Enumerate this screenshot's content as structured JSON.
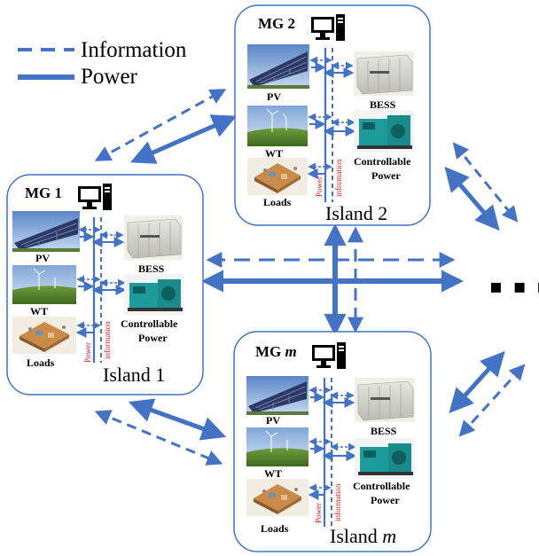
{
  "legend": {
    "information": "Information",
    "power": "Power"
  },
  "colors": {
    "line": "#4472c4",
    "label_red": "#d21e1e",
    "box_border": "#4472c4"
  },
  "microgrids": [
    {
      "id": "mg1",
      "title_main": "MG 1",
      "title_italic": "",
      "island_main": "Island 1",
      "island_italic": "",
      "pv": "PV",
      "wt": "WT",
      "loads": "Loads",
      "bess": "BESS",
      "cp1": "Controllable",
      "cp2": "Power",
      "power_vert": "Power",
      "info_vert": "information"
    },
    {
      "id": "mg2",
      "title_main": "MG 2",
      "title_italic": "",
      "island_main": "Island 2",
      "island_italic": "",
      "pv": "PV",
      "wt": "WT",
      "loads": "Loads",
      "bess": "BESS",
      "cp1": "Controllable",
      "cp2": "Power",
      "power_vert": "Power",
      "info_vert": "information"
    },
    {
      "id": "mgm",
      "title_main": "MG ",
      "title_italic": "m",
      "island_main": "Island ",
      "island_italic": "m",
      "pv": "PV",
      "wt": "WT",
      "loads": "Loads",
      "bess": "BESS",
      "cp1": "Controllable",
      "cp2": "Power",
      "power_vert": "Power",
      "info_vert": "information"
    }
  ],
  "ellipsis": "▪ ▪ ▪"
}
